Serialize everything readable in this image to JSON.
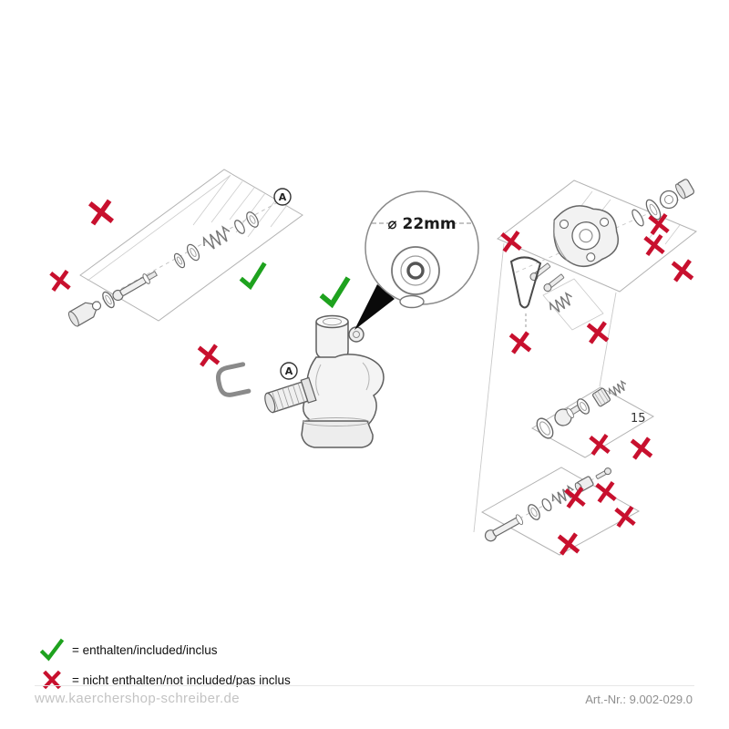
{
  "colors": {
    "included_green": "#1ea21e",
    "not_included_red": "#c8102e",
    "drawing_line_gray": "#8c8c8c",
    "watermark_gray": "#c3c3c3"
  },
  "legend": {
    "included": {
      "icon": "check-icon",
      "label": "= enthalten/included/inclus"
    },
    "not_included": {
      "icon": "cross-icon",
      "label": "= nicht enthalten/not included/pas inclus"
    }
  },
  "diagram": {
    "callout_label": "⌀ 22mm",
    "ref_a_top": "A",
    "ref_a_center": "A",
    "part_number_15": "15"
  },
  "footer": {
    "watermark": "www.kaerchershop-schreiber.de",
    "art_number": "Art.-Nr.: 9.002-029.0"
  }
}
